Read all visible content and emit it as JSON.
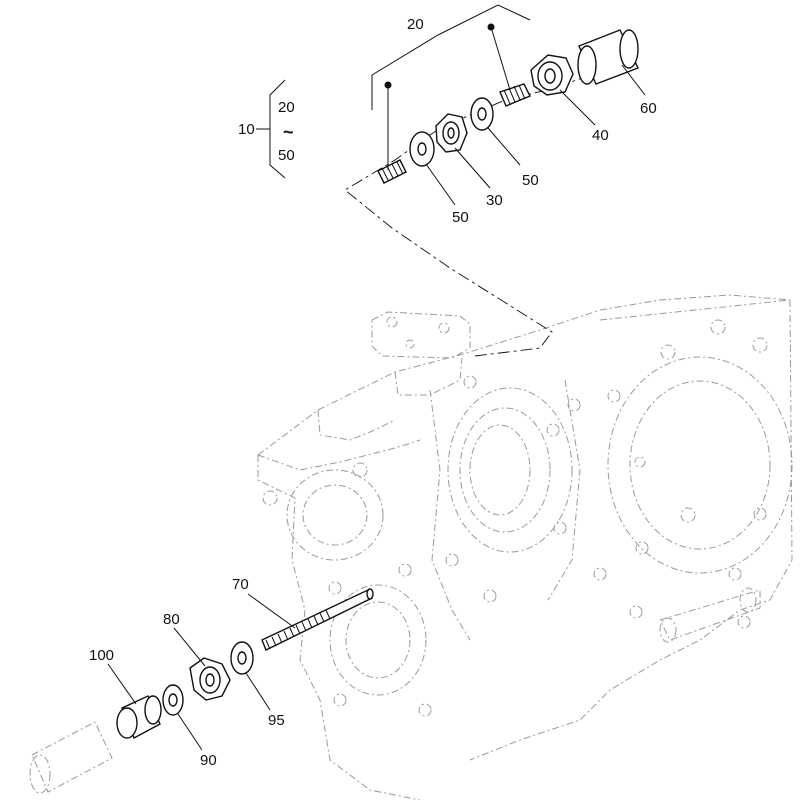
{
  "callouts": {
    "group_start": "20",
    "group_tilde": "~",
    "group_end": "50",
    "assembly": "10",
    "c20": "20",
    "c60": "60",
    "c40": "40",
    "c50_right": "50",
    "c30": "30",
    "c50_left": "50",
    "c70": "70",
    "c80": "80",
    "c100": "100",
    "c95": "95",
    "c90": "90"
  }
}
